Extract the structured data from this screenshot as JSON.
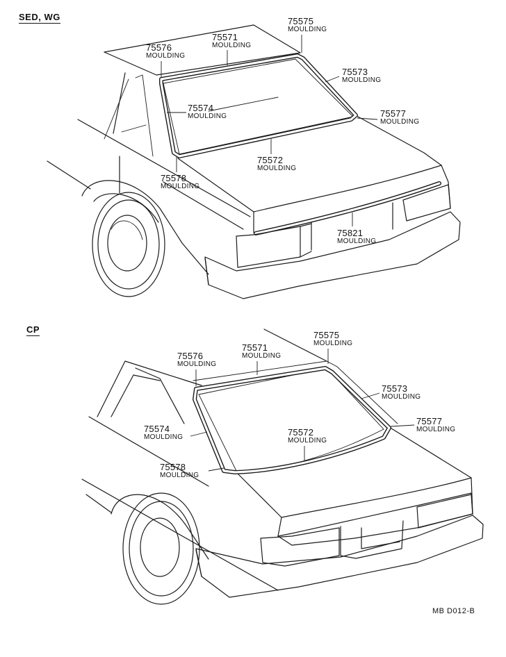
{
  "sections": [
    {
      "title": "SED, WG",
      "labels": [
        {
          "part": "75575",
          "desc": "MOULDING"
        },
        {
          "part": "75576",
          "desc": "MOULDING"
        },
        {
          "part": "75571",
          "desc": "MOULDING"
        },
        {
          "part": "75573",
          "desc": "MOULDING"
        },
        {
          "part": "75574",
          "desc": "MOULDING"
        },
        {
          "part": "75577",
          "desc": "MOULDING"
        },
        {
          "part": "75572",
          "desc": "MOULDING"
        },
        {
          "part": "75578",
          "desc": "MOULDING"
        },
        {
          "part": "75821",
          "desc": "MOULDING"
        }
      ]
    },
    {
      "title": "CP",
      "labels": [
        {
          "part": "75575",
          "desc": "MOULDING"
        },
        {
          "part": "75576",
          "desc": "MOULDING"
        },
        {
          "part": "75571",
          "desc": "MOULDING"
        },
        {
          "part": "75573",
          "desc": "MOULDING"
        },
        {
          "part": "75574",
          "desc": "MOULDING"
        },
        {
          "part": "75577",
          "desc": "MOULDING"
        },
        {
          "part": "75572",
          "desc": "MOULDING"
        },
        {
          "part": "75578",
          "desc": "MOULDING"
        }
      ]
    }
  ],
  "footer_code": "MB  D012-B"
}
